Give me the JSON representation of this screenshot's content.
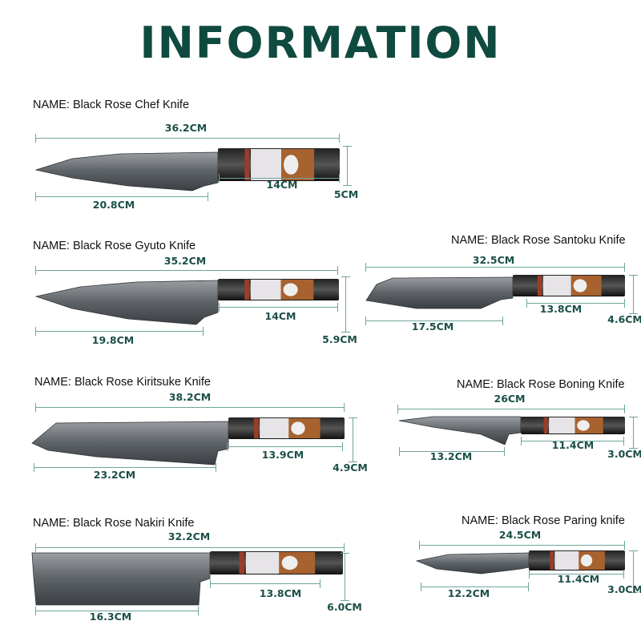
{
  "title": "INFORMATION",
  "knives": [
    {
      "name": "NAME: Black Rose Chef Knife",
      "total": "36.2CM",
      "handle": "14CM",
      "blade": "20.8CM",
      "height": "5CM"
    },
    {
      "name": "NAME: Black Rose Gyuto Knife",
      "total": "35.2CM",
      "handle": "14CM",
      "blade": "19.8CM",
      "height": "5.9CM"
    },
    {
      "name": "NAME:  Black Rose  Santoku Knife",
      "total": "32.5CM",
      "handle": "13.8CM",
      "blade": "17.5CM",
      "height": "4.6CM"
    },
    {
      "name": "NAME: Black Rose Kiritsuke Knife",
      "total": "38.2CM",
      "handle": "13.9CM",
      "blade": "23.2CM",
      "height": "4.9CM"
    },
    {
      "name": "NAME: Black Rose  Boning Knife",
      "total": "26CM",
      "handle": "11.4CM",
      "blade": "13.2CM",
      "height": "3.0CM"
    },
    {
      "name": "NAME: Black Rose Nakiri Knife",
      "total": "32.2CM",
      "handle": "13.8CM",
      "blade": "16.3CM",
      "height": "6.0CM"
    },
    {
      "name": "NAME: Black Rose  Paring knife",
      "total": "24.5CM",
      "handle": "11.4CM",
      "blade": "12.2CM",
      "height": "3.0CM"
    }
  ]
}
